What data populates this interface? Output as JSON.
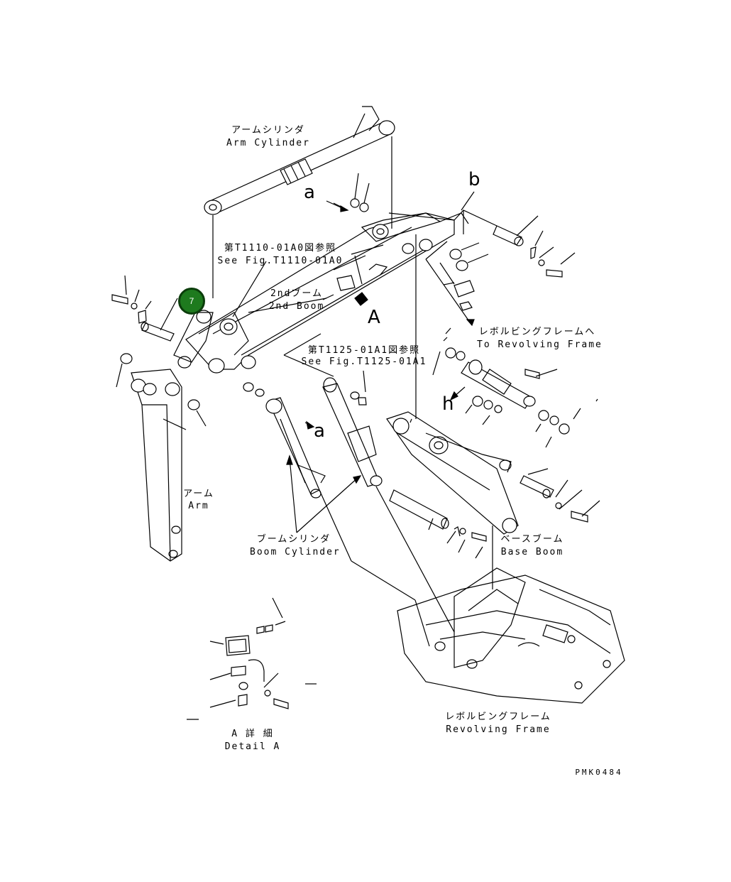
{
  "labels": {
    "arm_cylinder_jp": "アームシリンダ",
    "arm_cylinder_en": "Arm Cylinder",
    "see_fig_a0_jp": "第T1110-01A0図参照",
    "see_fig_a0_en": "See Fig.T1110-01A0",
    "second_boom_jp": "2ndブーム",
    "second_boom_en": "2nd Boom",
    "to_revolving_jp": "レボルビングフレームへ",
    "to_revolving_en": "To Revolving Frame",
    "see_fig_a1_jp": "第T1125-01A1図参照",
    "see_fig_a1_en": "See Fig.T1125-01A1",
    "arm_jp": "アーム",
    "arm_en": "Arm",
    "boom_cylinder_jp": "ブームシリンダ",
    "boom_cylinder_en": "Boom Cylinder",
    "base_boom_jp": "ベースブーム",
    "base_boom_en": "Base Boom",
    "revolving_frame_jp": "レボルビングフレーム",
    "revolving_frame_en": "Revolving Frame",
    "detail_a_jp": "A 詳 細",
    "detail_a_en": "Detail A",
    "drawing_code": "PMK0484"
  },
  "markers": {
    "a_top": "a",
    "b_top": "b",
    "big_a": "A",
    "a_mid": "a",
    "h_right": "h"
  },
  "callout": {
    "number": "7",
    "color": "#1e7a1e"
  }
}
